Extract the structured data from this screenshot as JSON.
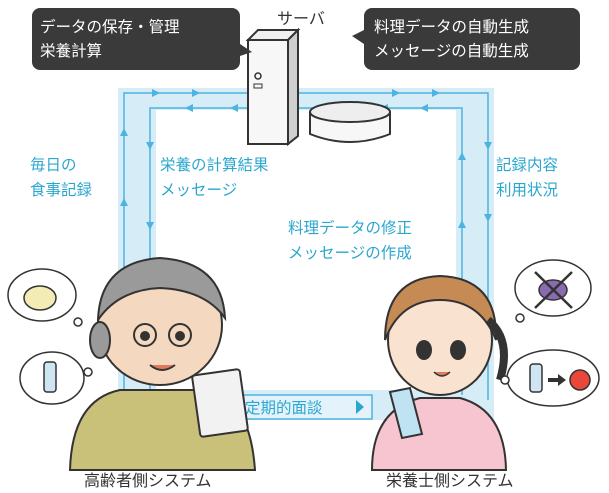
{
  "server": {
    "label": "サーバ",
    "left_bubble": [
      "データの保存・管理",
      "栄養計算"
    ],
    "right_bubble": [
      "料理データの自動生成",
      "メッセージの自動生成"
    ]
  },
  "flows": {
    "left_outer": [
      "毎日の",
      "食事記録"
    ],
    "left_inner": [
      "栄養の計算結果",
      "メッセージ"
    ],
    "right_outer": [
      "記録内容",
      "利用状況"
    ],
    "right_inner": [
      "料理データの修正",
      "メッセージの作成"
    ],
    "bottom": "定期的面談"
  },
  "captions": {
    "elderly": "高齢者側システム",
    "dietitian": "栄養士側システム"
  },
  "colors": {
    "band": "#d6ecf7",
    "line": "#4db3e0",
    "label": "#2ba7cf",
    "bubble": "#3a3a3a"
  }
}
